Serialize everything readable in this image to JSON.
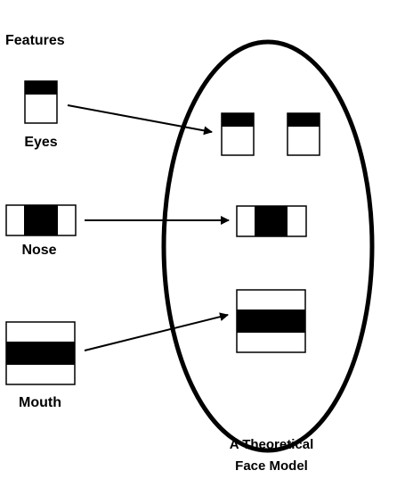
{
  "heading": "Features",
  "features": {
    "eyes": "Eyes",
    "nose": "Nose",
    "mouth": "Mouth"
  },
  "caption": {
    "line1": "A Theoretical",
    "line2": "Face Model"
  },
  "colors": {
    "ink": "#000000",
    "paper": "#ffffff"
  }
}
